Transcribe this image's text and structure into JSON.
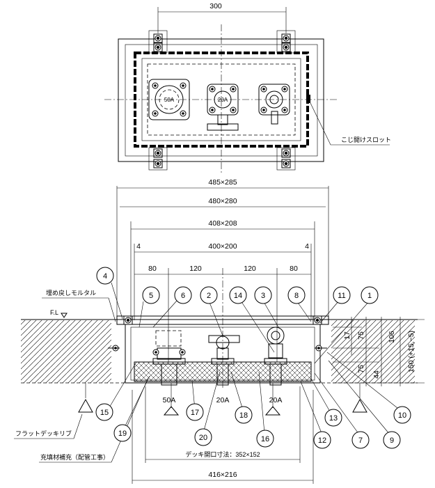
{
  "plan_view": {
    "width_dim": "300",
    "valve_left": "50A",
    "valve_middle": "20A",
    "slot_label": "こじ開けスロット"
  },
  "section_view": {
    "dims": {
      "d1": "485×285",
      "d2": "480×280",
      "d3": "408×208",
      "d4": "400×200",
      "gap_left": "4",
      "gap_right": "4",
      "s1": "80",
      "s2": "120",
      "s3": "120",
      "s4": "80",
      "v17": "17",
      "v75a": "75",
      "v106": "106",
      "v75b": "75",
      "v44": "44",
      "v150": "150 (+15,−5)",
      "deck_opening": "デッキ開口寸法：352×152",
      "bottom": "416×216"
    },
    "labels": {
      "mortar": "埋め戻しモルタル",
      "fl": "F.L",
      "deck_rib": "フラットデッキリブ",
      "filler": "充填材補充（配管工事）"
    },
    "pipes": [
      "50A",
      "20A",
      "20A"
    ],
    "bubbles": [
      "1",
      "2",
      "3",
      "4",
      "5",
      "6",
      "7",
      "8",
      "9",
      "10",
      "11",
      "12",
      "13",
      "14",
      "15",
      "16",
      "17",
      "18",
      "19",
      "20"
    ]
  }
}
